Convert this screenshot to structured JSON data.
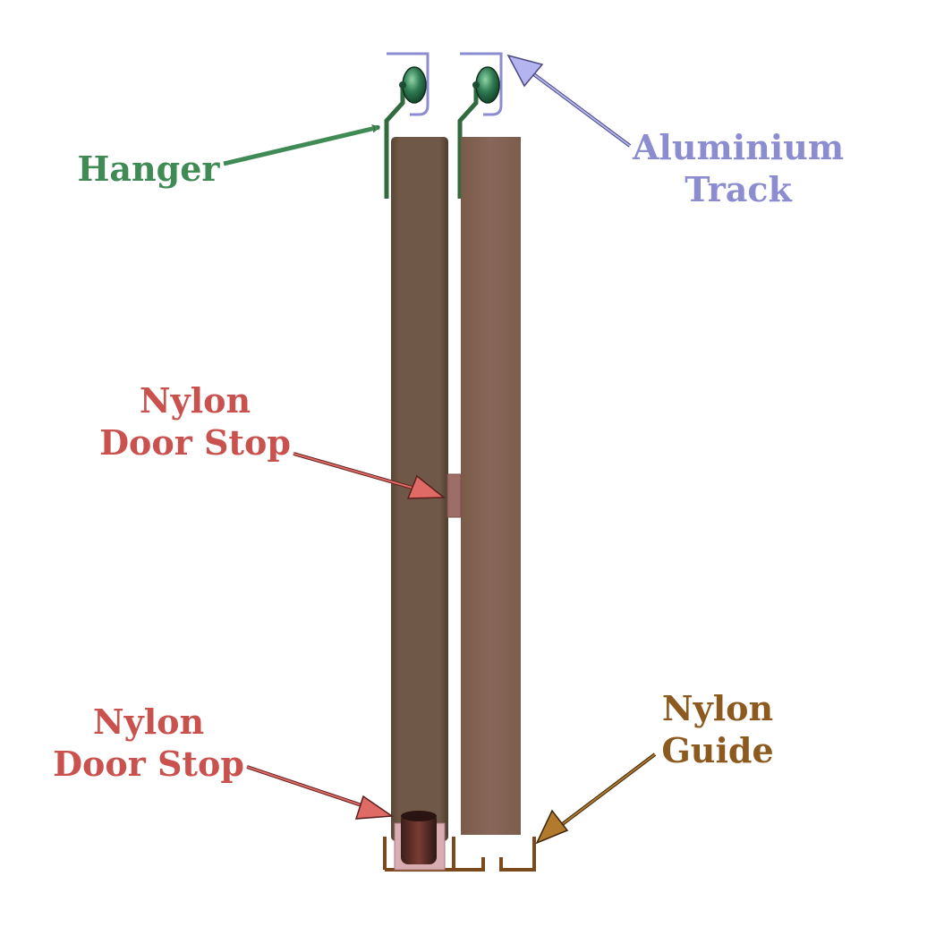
{
  "labels": {
    "hanger": "Hanger",
    "aluminium_track_line1": "Aluminium",
    "aluminium_track_line2": "Track",
    "nylon_door_stop_mid_line1": "Nylon",
    "nylon_door_stop_mid_line2": "Door Stop",
    "nylon_door_stop_bottom_line1": "Nylon",
    "nylon_door_stop_bottom_line2": "Door Stop",
    "nylon_guide_line1": "Nylon",
    "nylon_guide_line2": "Guide"
  },
  "colors": {
    "hanger": "#3f8a55",
    "aluminium_track": "#8c8cd0",
    "nylon_door_stop": "#c9524f",
    "nylon_guide": "#8c5a1e",
    "door_back": "#6e5746",
    "door_front": "#866452",
    "roller": "#2f7a52",
    "floor_guide": "#7a4a1c"
  }
}
